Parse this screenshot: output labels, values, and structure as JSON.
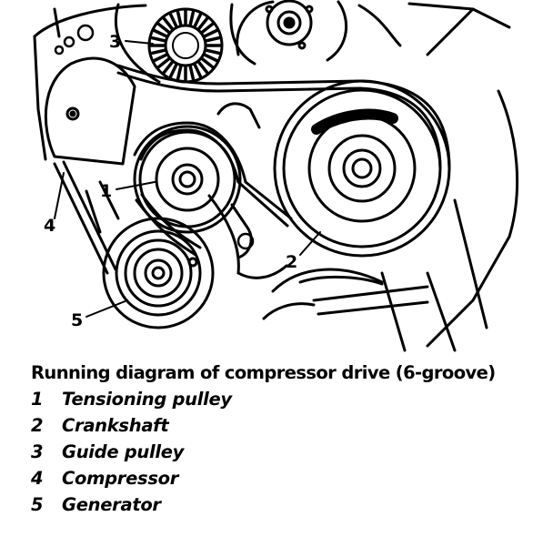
{
  "callouts": [
    "1",
    "2",
    "3",
    "4",
    "5"
  ],
  "caption": {
    "title": "Running diagram of compressor drive (6-groove)"
  },
  "legend": [
    {
      "number": "1",
      "label": "Tensioning pulley"
    },
    {
      "number": "2",
      "label": "Crankshaft"
    },
    {
      "number": "3",
      "label": "Guide pulley"
    },
    {
      "number": "4",
      "label": "Compressor"
    },
    {
      "number": "5",
      "label": "Generator"
    }
  ]
}
